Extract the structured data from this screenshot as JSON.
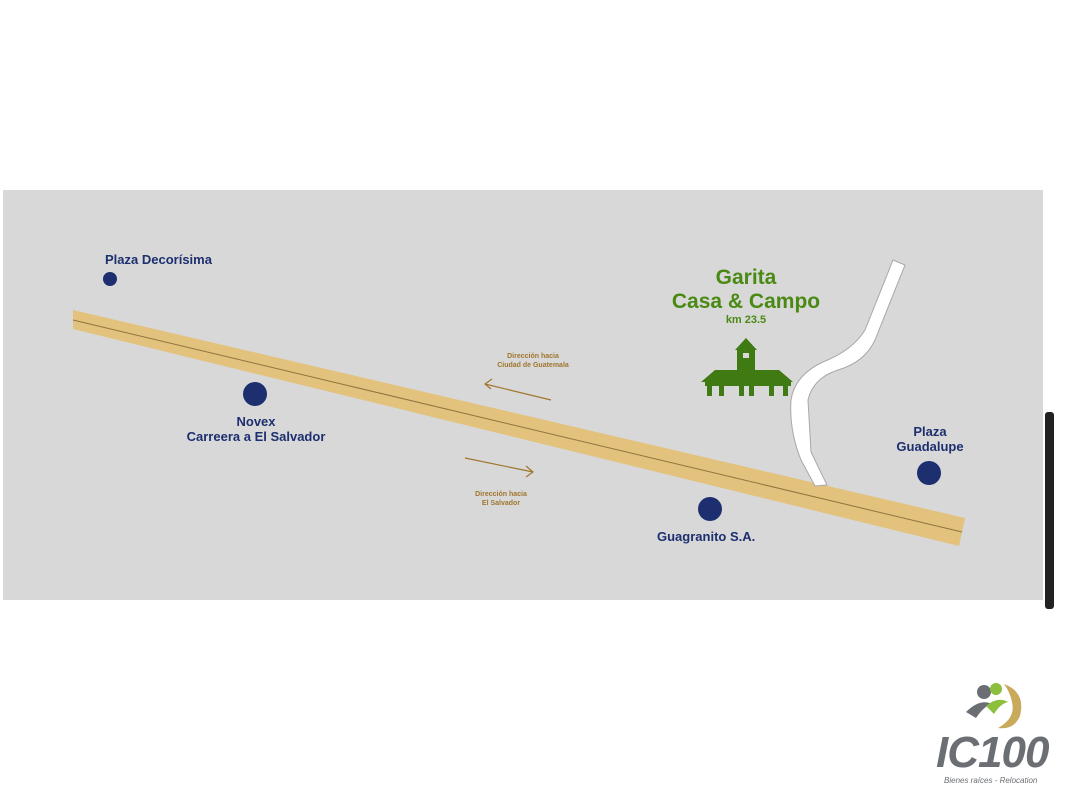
{
  "places": {
    "plaza_decorisima": "Plaza Decorísima",
    "novex_line1": "Novex",
    "novex_line2": "Carreera a El Salvador",
    "plaza_guadalupe_line1": "Plaza",
    "plaza_guadalupe_line2": "Guadalupe",
    "guagranito": "Guagranito S.A."
  },
  "garita": {
    "line1": "Garita",
    "line2": "Casa & Campo",
    "km": "km 23.5"
  },
  "directions": {
    "to_city_line1": "Dirección hacia",
    "to_city_line2": "Ciudad de Guatemala",
    "to_salvador_line1": "Dirección hacia",
    "to_salvador_line2": "El Salvador"
  },
  "logo": {
    "text": "IC100",
    "subtitle": "Bienes raíces - Relocation"
  },
  "colors": {
    "map_background": "#d8d8d8",
    "road": "#e2c27c",
    "marker": "#1d2f6f",
    "garita_green": "#4a8a14",
    "arrow": "#a0762e"
  }
}
